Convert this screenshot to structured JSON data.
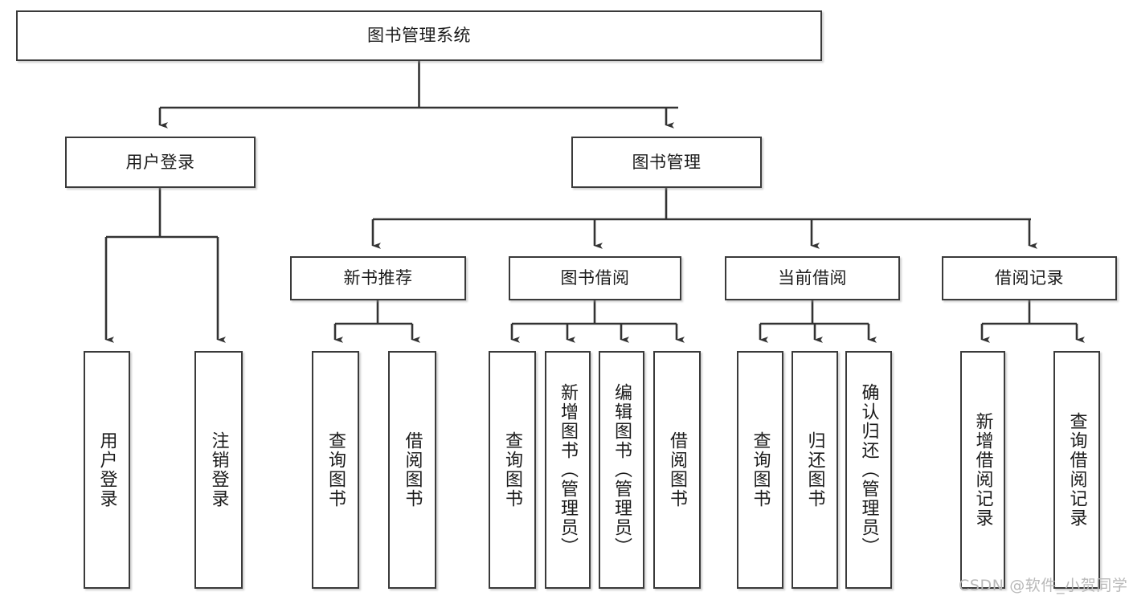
{
  "diagram": {
    "title": "图书管理系统",
    "type": "hierarchy-tree",
    "watermark": "CSDN @软件_小贺同学",
    "colors": {
      "box_border": "#3a3a3a",
      "box_fill": "#ffffff",
      "connector": "#333333",
      "text": "#1b1b1b",
      "watermark": "#b9b9b9",
      "background": "#ffffff"
    },
    "nodes": {
      "root": {
        "label": "图书管理系统",
        "level": 0,
        "orientation": "horizontal"
      },
      "l1": [
        {
          "id": "user-login",
          "label": "用户登录",
          "orientation": "horizontal"
        },
        {
          "id": "book-manage",
          "label": "图书管理",
          "orientation": "horizontal"
        }
      ],
      "l2": [
        {
          "id": "new-book-rec",
          "label": "新书推荐",
          "orientation": "horizontal",
          "parent": "book-manage"
        },
        {
          "id": "book-borrow",
          "label": "图书借阅",
          "orientation": "horizontal",
          "parent": "book-manage"
        },
        {
          "id": "current-borrow",
          "label": "当前借阅",
          "orientation": "horizontal",
          "parent": "book-manage"
        },
        {
          "id": "borrow-record",
          "label": "借阅记录",
          "orientation": "horizontal",
          "parent": "book-manage"
        }
      ],
      "leaves": [
        {
          "id": "leaf-user-login",
          "label": "用户登录",
          "orientation": "vertical",
          "parent": "user-login"
        },
        {
          "id": "leaf-logout",
          "label": "注销登录",
          "orientation": "vertical",
          "parent": "user-login"
        },
        {
          "id": "leaf-query-book-1",
          "label": "查询图书",
          "orientation": "vertical",
          "parent": "new-book-rec"
        },
        {
          "id": "leaf-borrow-book-1",
          "label": "借阅图书",
          "orientation": "vertical",
          "parent": "new-book-rec"
        },
        {
          "id": "leaf-query-book-2",
          "label": "查询图书",
          "orientation": "vertical",
          "parent": "book-borrow"
        },
        {
          "id": "leaf-add-book",
          "label": "新增图书（管理员）",
          "orientation": "vertical",
          "parent": "book-borrow"
        },
        {
          "id": "leaf-edit-book",
          "label": "编辑图书（管理员）",
          "orientation": "vertical",
          "parent": "book-borrow"
        },
        {
          "id": "leaf-borrow-book-2",
          "label": "借阅图书",
          "orientation": "vertical",
          "parent": "book-borrow"
        },
        {
          "id": "leaf-query-book-3",
          "label": "查询图书",
          "orientation": "vertical",
          "parent": "current-borrow"
        },
        {
          "id": "leaf-return-book",
          "label": "归还图书",
          "orientation": "vertical",
          "parent": "current-borrow"
        },
        {
          "id": "leaf-confirm-return",
          "label": "确认归还（管理员）",
          "orientation": "vertical",
          "parent": "current-borrow"
        },
        {
          "id": "leaf-add-record",
          "label": "新增借阅记录",
          "orientation": "vertical",
          "parent": "borrow-record"
        },
        {
          "id": "leaf-query-record",
          "label": "查询借阅记录",
          "orientation": "vertical",
          "parent": "borrow-record"
        }
      ]
    }
  }
}
